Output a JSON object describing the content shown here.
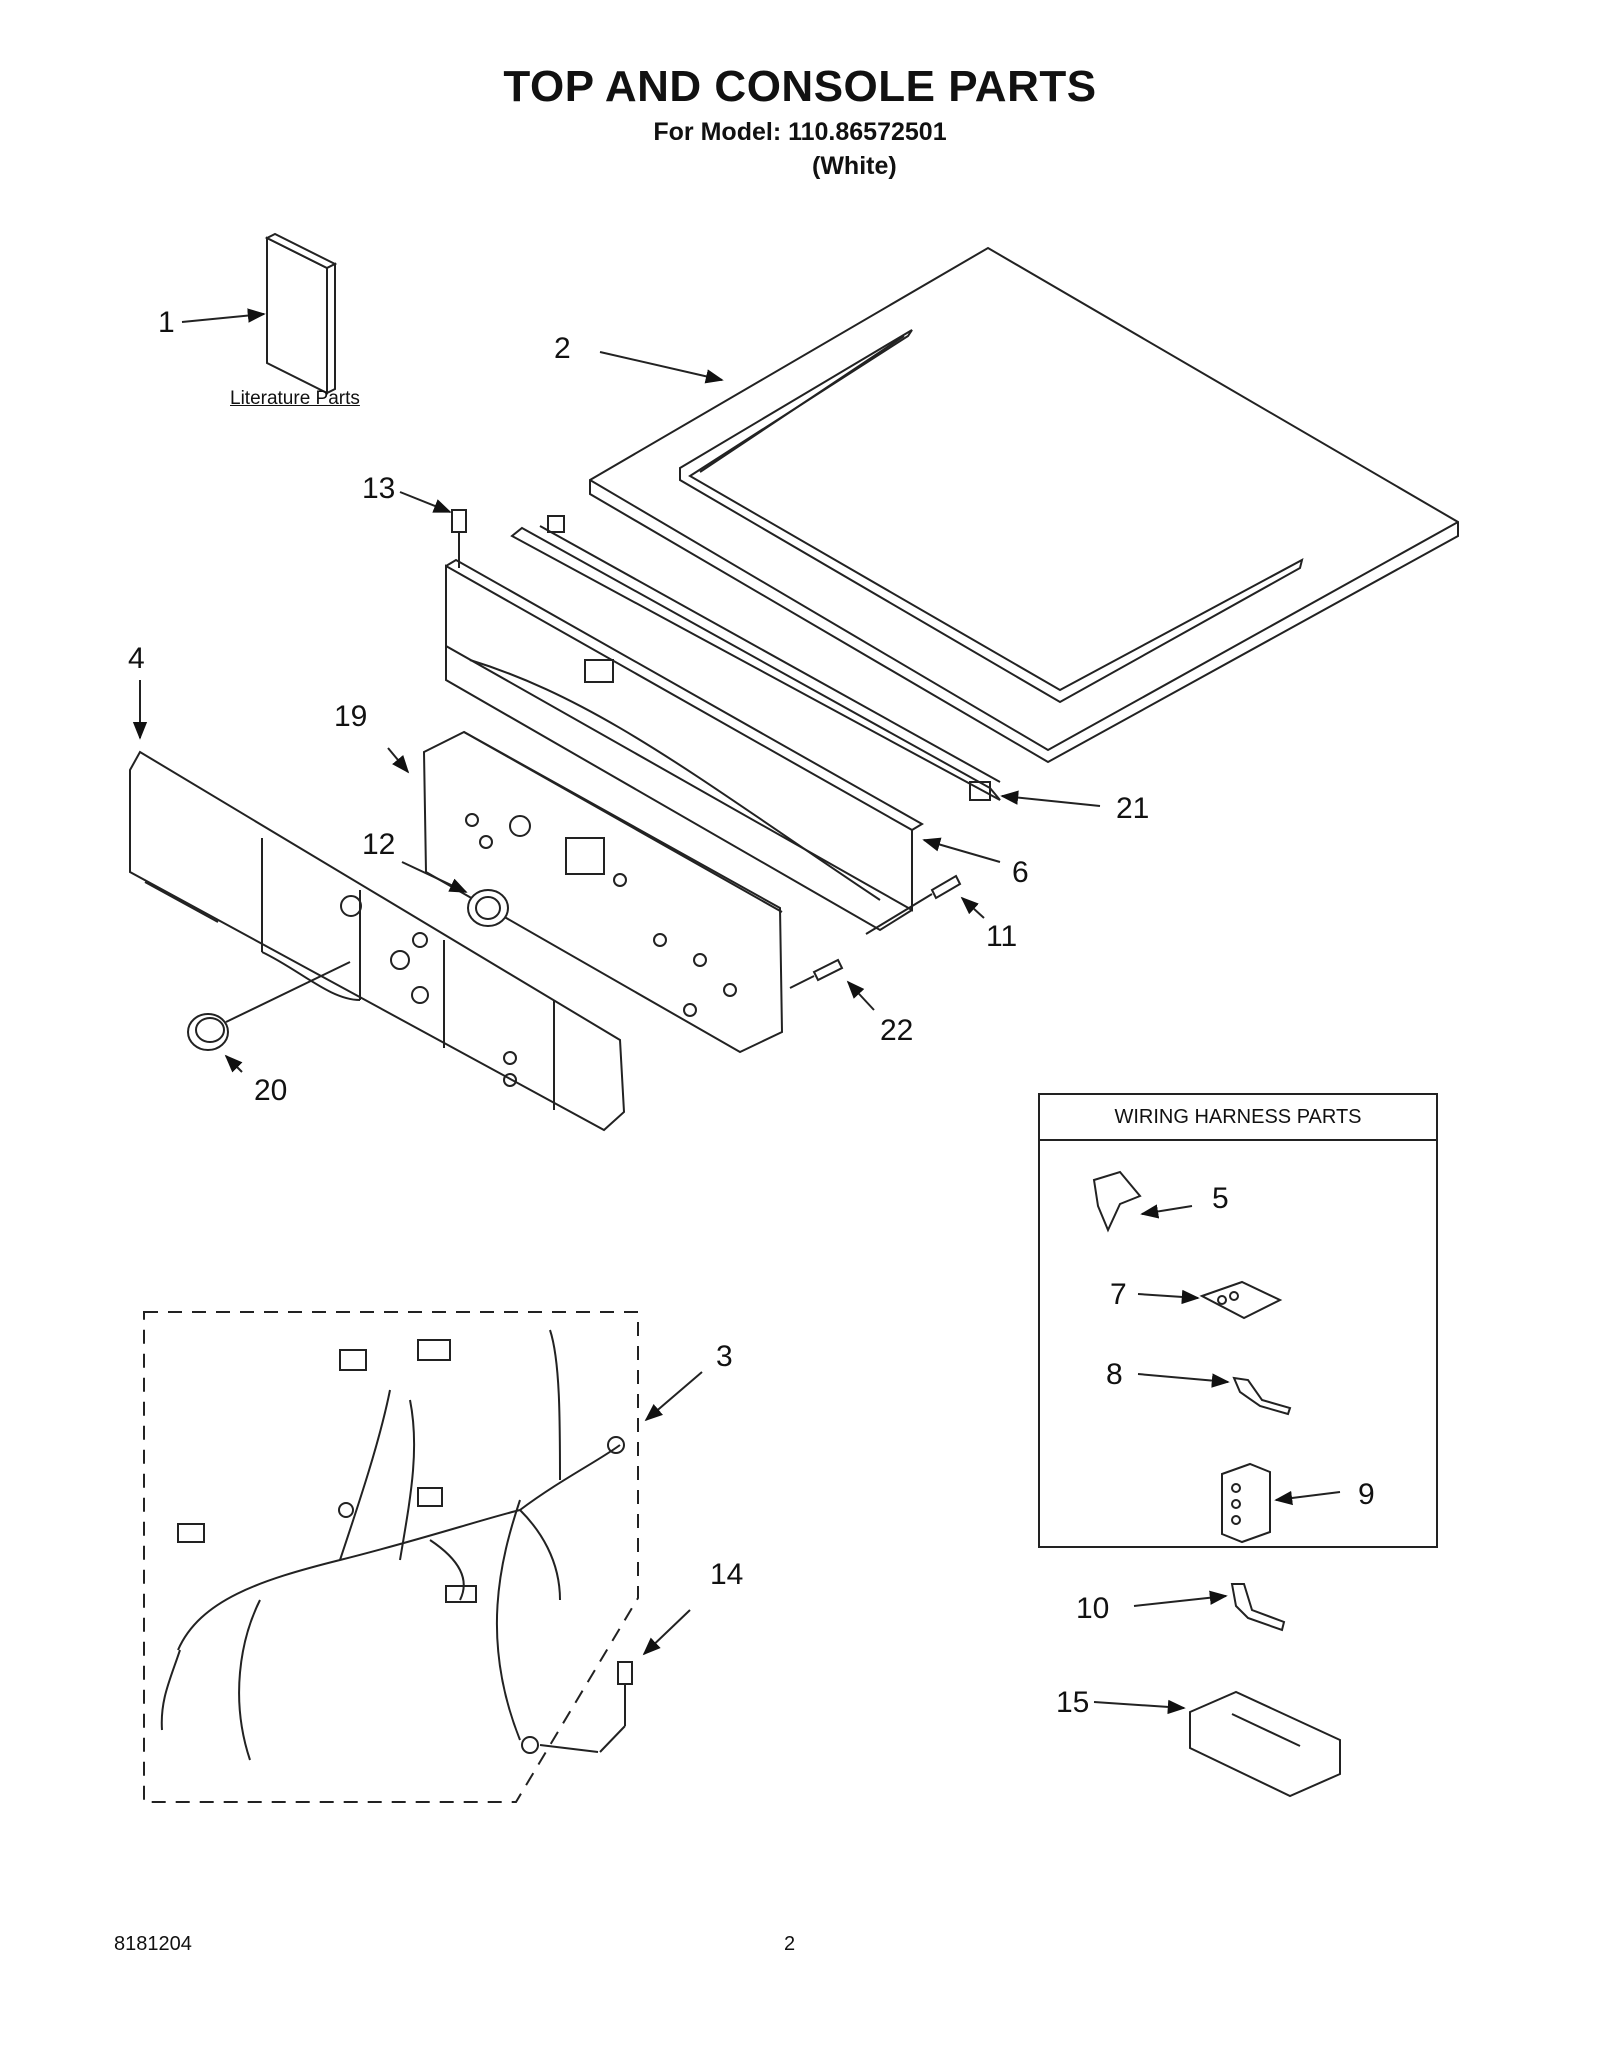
{
  "header": {
    "title": "TOP AND CONSOLE PARTS",
    "model_line": "For Model: 110.86572501",
    "color_line": "(White)"
  },
  "literature_label": "Literature Parts",
  "harness_box": {
    "title": "WIRING HARNESS PARTS"
  },
  "callouts": {
    "c1": "1",
    "c2": "2",
    "c3": "3",
    "c4": "4",
    "c5": "5",
    "c6": "6",
    "c7": "7",
    "c8": "8",
    "c9": "9",
    "c10": "10",
    "c11": "11",
    "c12": "12",
    "c13": "13",
    "c14": "14",
    "c15": "15",
    "c19": "19",
    "c20": "20",
    "c21": "21",
    "c22": "22"
  },
  "footer": {
    "doc_number": "8181204",
    "page": "2"
  }
}
